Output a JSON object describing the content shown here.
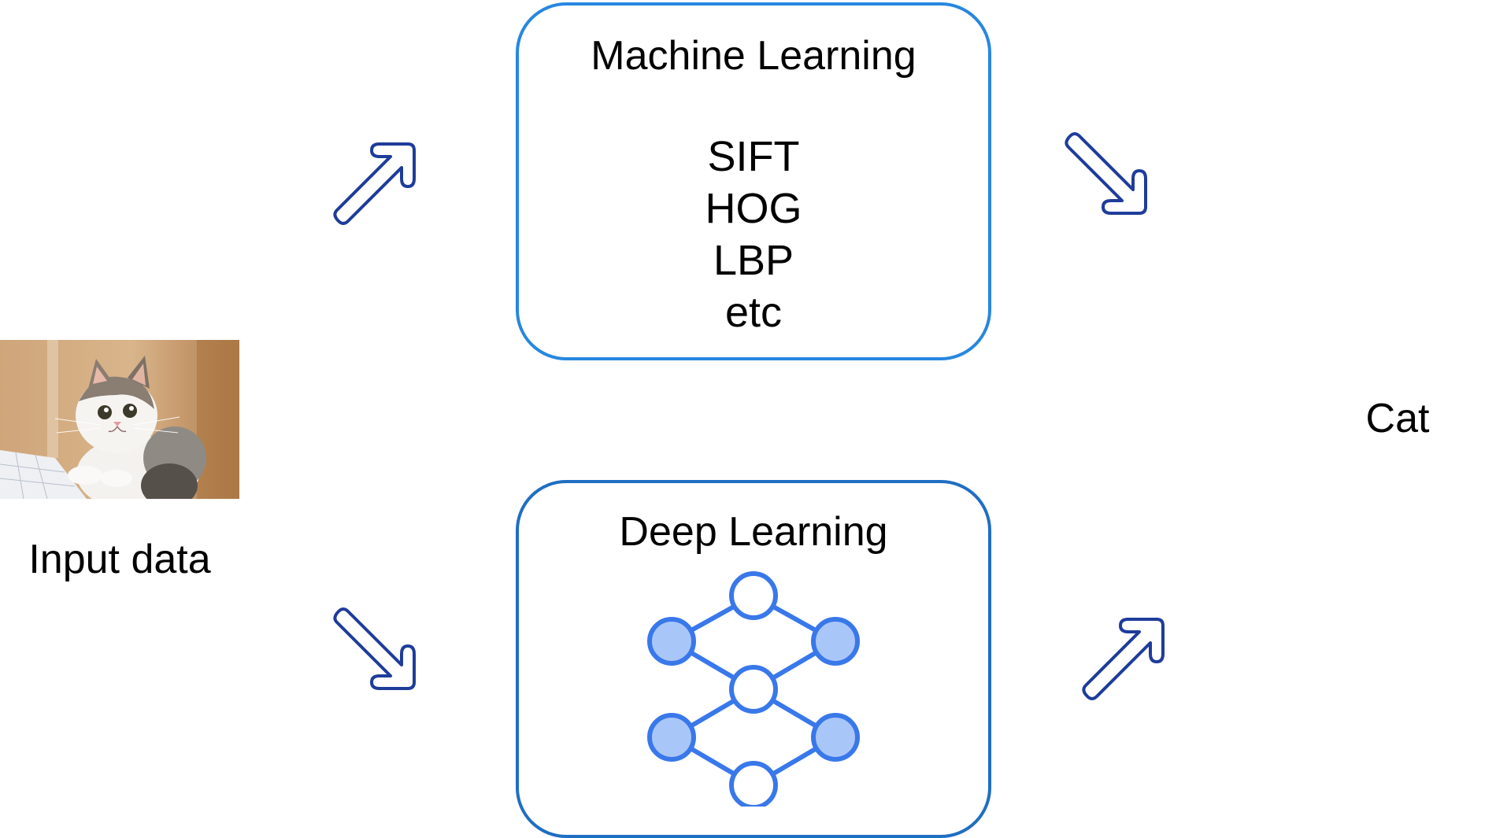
{
  "input": {
    "label": "Input data"
  },
  "machine_learning": {
    "title": "Machine Learning",
    "features": [
      "SIFT",
      "HOG",
      "LBP",
      "etc"
    ]
  },
  "deep_learning": {
    "title": "Deep Learning",
    "graph_icon": "neural-network-icon"
  },
  "output": {
    "label": "Cat"
  },
  "arrows": {
    "input_to_machine_learning": "arrow-up-right-icon",
    "input_to_deep_learning": "arrow-down-right-icon",
    "machine_learning_to_output": "arrow-down-right-icon",
    "deep_learning_to_output": "arrow-up-right-icon"
  },
  "colors": {
    "machine_learning_border": "#2787e0",
    "deep_learning_border": "#1f6ec2",
    "arrow_stroke": "#1e3c9a",
    "network_stroke": "#3978ea",
    "network_filled_node": "#a9c6f8"
  }
}
